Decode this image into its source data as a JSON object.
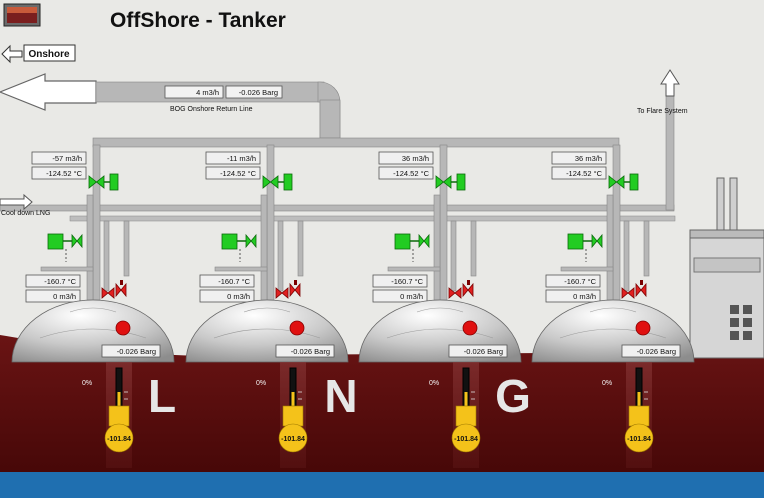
{
  "header": {
    "title": "OffShore - Tanker",
    "thumbnail_icon": "tanker-thumbnail-icon"
  },
  "nav": {
    "onshore_label": "Onshore"
  },
  "return_line": {
    "flow": "4 m3/h",
    "pressure": "-0.026 Barg",
    "label": "BOG Onshore Return Line"
  },
  "flare": {
    "label": "To Flare System"
  },
  "cooldown": {
    "label": "Cool down LNG"
  },
  "hull": {
    "letters": [
      "L",
      "N",
      "G"
    ]
  },
  "tanks": [
    {
      "valve_flow": "-57 m3/h",
      "valve_temp": "-124.52 °C",
      "inlet_temp": "-160.7 °C",
      "inlet_flow": "0 m3/h",
      "pressure": "-0.026 Barg",
      "level": "0%",
      "temp": "-101.84"
    },
    {
      "valve_flow": "-11 m3/h",
      "valve_temp": "-124.52 °C",
      "inlet_temp": "-160.7 °C",
      "inlet_flow": "0 m3/h",
      "pressure": "-0.026 Barg",
      "level": "0%",
      "temp": "-101.84"
    },
    {
      "valve_flow": "36 m3/h",
      "valve_temp": "-124.52 °C",
      "inlet_temp": "-160.7 °C",
      "inlet_flow": "0 m3/h",
      "pressure": "-0.026 Barg",
      "level": "0%",
      "temp": "-101.84"
    },
    {
      "valve_flow": "36 m3/h",
      "valve_temp": "-124.52 °C",
      "inlet_temp": "-160.7 °C",
      "inlet_flow": "0 m3/h",
      "pressure": "-0.026 Barg",
      "level": "0%",
      "temp": "-101.84"
    }
  ],
  "colors": {
    "hull": "#5a0e0e",
    "water": "#1f6fb0",
    "pipe": "#b7b7b7",
    "valve": "#22cc22",
    "alarm": "#e01010",
    "thermo": "#f4c21a"
  }
}
